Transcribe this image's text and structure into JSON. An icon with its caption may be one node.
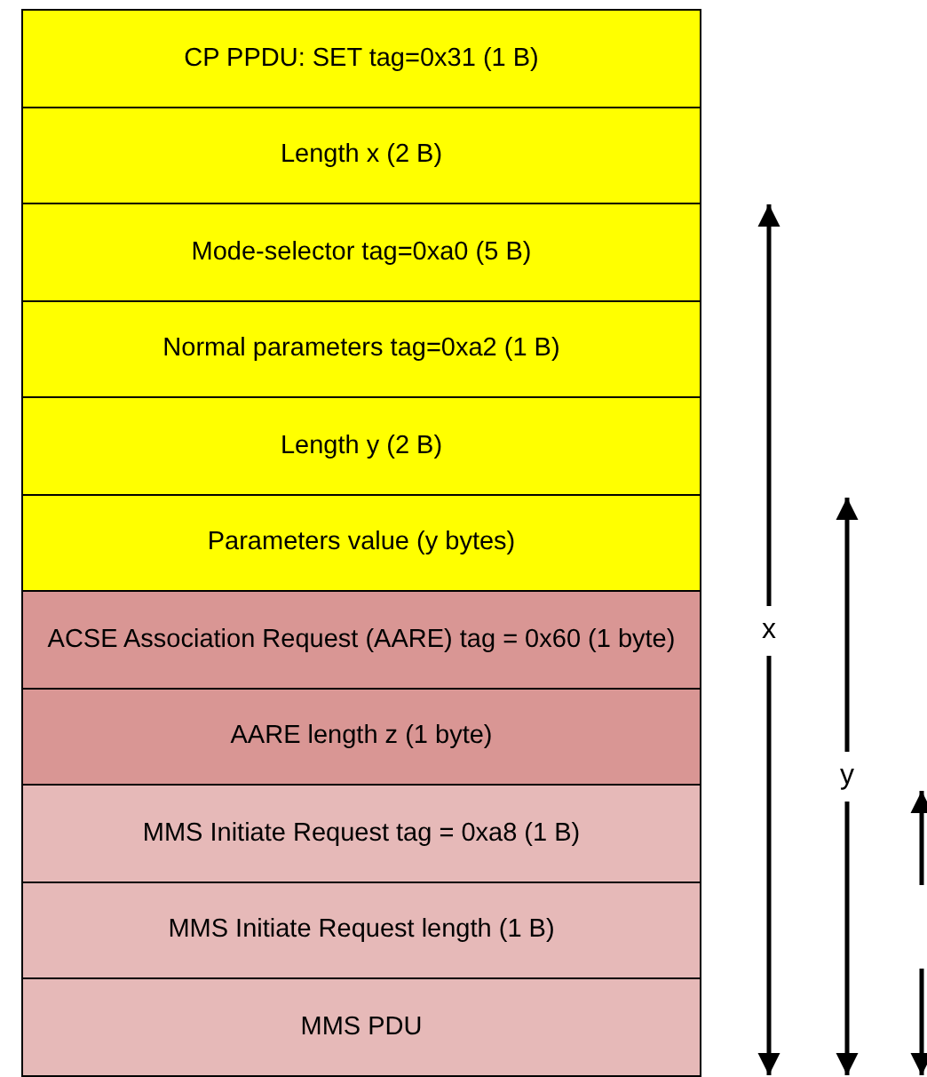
{
  "diagram": {
    "nodes": [
      {
        "text": [
          "CP PPDU: SET tag=0x31 (1 B)"
        ]
      },
      {
        "text": [
          "Length x (2 B)"
        ]
      },
      {
        "text": [
          "Mode-selector tag=0xa0 (5 B)"
        ]
      },
      {
        "text": [
          "Normal parameters tag=0xa2 (1 B)"
        ]
      },
      {
        "text": [
          "Length y (2 B)"
        ]
      },
      {
        "text": [
          "Parameters value (y bytes)"
        ]
      },
      {
        "text": [
          "ACSE Association Request (AARE) tag = 0x60 (1 byte)"
        ]
      },
      {
        "text": [
          "AARE length z (1 byte)"
        ]
      },
      {
        "text": [
          "MMS Initiate Request tag = 0xa8 (1 B)"
        ]
      },
      {
        "text": [
          "MMS Initiate Request length (1 B)"
        ]
      },
      {
        "text": [
          "MMS PDU"
        ]
      }
    ],
    "edges": [],
    "labels": [
      "x",
      "y"
    ]
  }
}
